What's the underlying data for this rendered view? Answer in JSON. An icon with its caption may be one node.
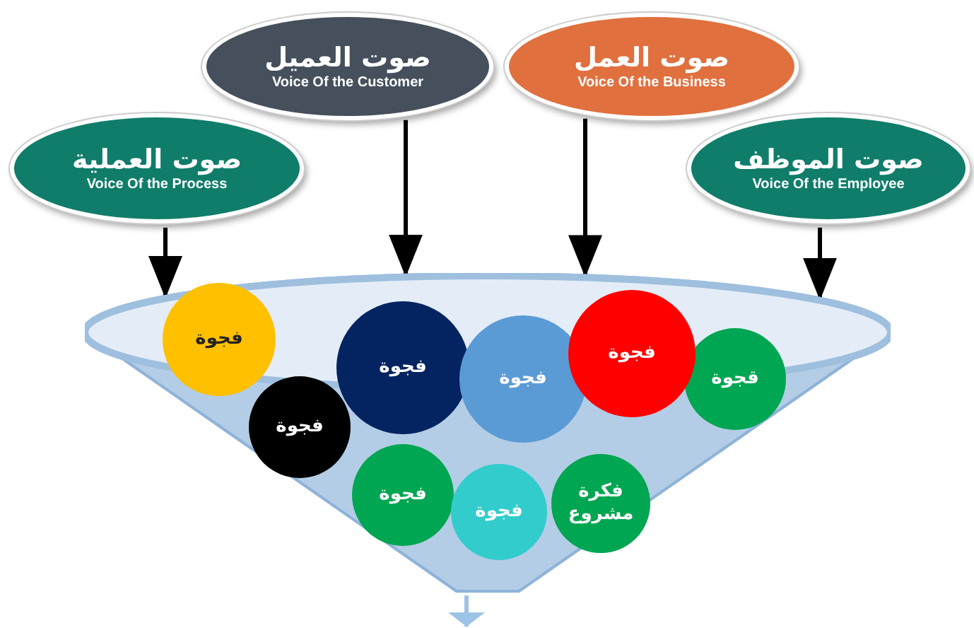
{
  "diagram": {
    "nodes": [
      {
        "text": [
          "صوت العملية",
          "Voice Of the Process"
        ]
      },
      {
        "text": [
          "صوت العميل",
          "Voice Of the Customer"
        ]
      },
      {
        "text": [
          "صوت العمل",
          "Voice Of the Business"
        ]
      },
      {
        "text": [
          "صوت الموظف",
          "Voice Of the Employee"
        ]
      },
      {
        "text": [],
        "shape": "funnel"
      },
      {
        "text": [
          "فجوة"
        ]
      },
      {
        "text": [
          "فجوة"
        ]
      },
      {
        "text": [
          "فجوة"
        ]
      },
      {
        "text": [
          "فجوة"
        ]
      },
      {
        "text": [
          "قجوة"
        ],
        "in": 4
      },
      {
        "text": [
          "فجوة"
        ],
        "in": 4
      },
      {
        "text": [
          "فجوة"
        ],
        "in": 4
      },
      {
        "text": [
          "فجوة"
        ],
        "in": 4
      },
      {
        "text": [
          "فكرة مشروع"
        ],
        "in": 4
      }
    ],
    "edges": [
      {
        "from": 0,
        "to": 4,
        "arrow": "to"
      },
      {
        "from": 1,
        "to": 4,
        "arrow": "to"
      },
      {
        "from": 2,
        "to": 4,
        "arrow": "to"
      },
      {
        "from": 3,
        "to": 4,
        "arrow": "to"
      },
      {
        "from": 4,
        "to": null,
        "arrow": "to",
        "color": "#9dc3e6"
      }
    ]
  }
}
